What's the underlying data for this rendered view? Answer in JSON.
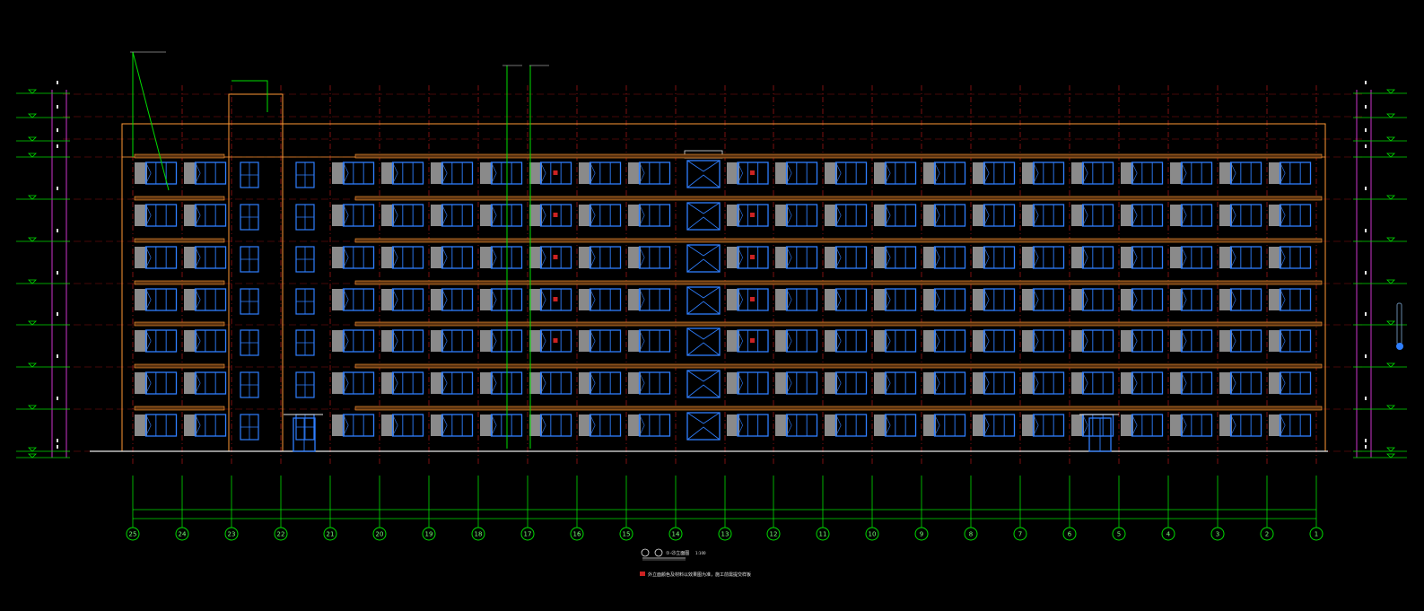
{
  "drawing": {
    "background": "#000000",
    "colors": {
      "outline": "#ff9933",
      "window": "#2f7fff",
      "panel": "#8a8a8a",
      "green": "#00dd00",
      "magenta": "#cc33cc",
      "red": "#cc2222",
      "white": "#e8e8e8"
    },
    "floors": 7,
    "axis_labels": [
      "25",
      "24",
      "23",
      "22",
      "21",
      "20",
      "19",
      "18",
      "17",
      "16",
      "15",
      "14",
      "13",
      "12",
      "11",
      "10",
      "9",
      "8",
      "7",
      "6",
      "5",
      "4",
      "3",
      "2",
      "1"
    ],
    "title_block": {
      "title": "①-㉕立面图",
      "scale": "1:100",
      "note": "外立面颜色及材料以效果图为准，施工前需提交样板"
    }
  }
}
